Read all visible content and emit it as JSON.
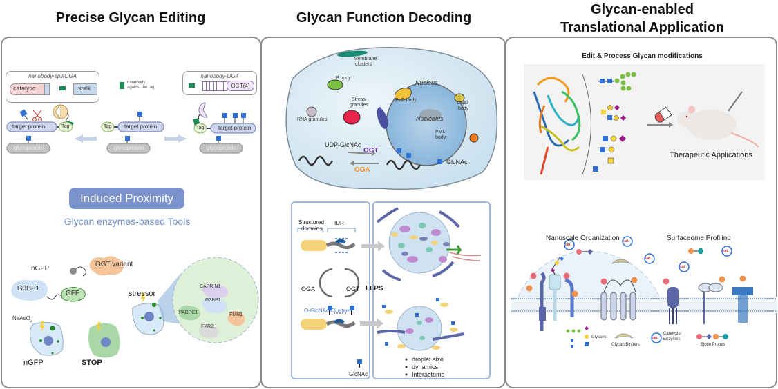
{
  "titles": {
    "left": "Precise Glycan Editing",
    "middle": "Glycan Function Decoding",
    "right_line1": "Glycan-enabled",
    "right_line2": "Translational Application"
  },
  "left_panel": {
    "split_oga_box": {
      "title": "nanobody-splitOGA",
      "catalytic": "catalytic",
      "stalk": "stalk"
    },
    "nanobody_legend": {
      "line1": "nanobody",
      "line2": "against the tag"
    },
    "ogt_box": {
      "title": "nanobody-OGT",
      "ogt": "OGT(4)"
    },
    "tag": "Tag",
    "target_protein": "target protein",
    "glycoprotein": "glycoprotein",
    "induced_proximity": "Induced Proximity",
    "enzyme_tools": "Glycan enzymes-based Tools",
    "ngfp": "nGFP",
    "ogt_variant": "OGT variant",
    "g3bp1": "G3BP1",
    "gfp": "GFP",
    "naaso2": "NaAsO",
    "naaso2_sub": "2",
    "ngfp_cell": "nGFP",
    "stop": "STOP",
    "stressor": "stressor",
    "granule_proteins": [
      "CAPRIN1",
      "G3BP1",
      "PABPC1",
      "FMR1",
      "FXR2"
    ]
  },
  "middle_panel": {
    "cell": {
      "membrane_clusters_1": "Membrane",
      "membrane_clusters_2": "clusters",
      "p_body": "P body",
      "stress_granules_1": "Stress",
      "stress_granules_2": "granules",
      "rna_granules": "RNA granules",
      "nucleus": "Nucleus",
      "pcg_body": "PcG body",
      "cajal_1": "Cajal",
      "cajal_2": "body",
      "nucleolus": "Nucleolus",
      "pml_1": "PML",
      "pml_2": "body",
      "udp": "UDP-GlcNAc",
      "ogt": "OGT",
      "oga": "OGA",
      "glcnac": "GlcNAc"
    },
    "llps": {
      "structured_1": "Structured",
      "structured_2": "domains",
      "idr": "IDR",
      "oga": "OGA",
      "ogt": "OGT",
      "llps": "LLPS",
      "clusters": "O-GlcNAc Clusters",
      "glcnac": "GlcNAc",
      "bullets": [
        "droplet size",
        "dynamics",
        "Interactome"
      ]
    }
  },
  "right_panel": {
    "edit_title": "Edit & Process Glycan modifications",
    "therapeutic": "Therapeutic Applications",
    "nanoscale": "Nanoscale Organization",
    "surfaceome": "Surfaceome Profiling",
    "cat": "cat.",
    "legend": {
      "glycans": "Glycans",
      "binders": "Glycan Binders",
      "catalysts_1": "Catalysts/",
      "catalysts_2": "Enzymes",
      "biotin": "Biotin Probes"
    }
  },
  "colors": {
    "glcnac_blue": "#2f6fd6",
    "induced_proximity_bg": "#7b93cc",
    "enzyme_tools_text": "#6f8fcf",
    "ogt_purple": "#6a2ca0",
    "oga_orange": "#f0901e",
    "panel_border": "#8a8a8a"
  }
}
